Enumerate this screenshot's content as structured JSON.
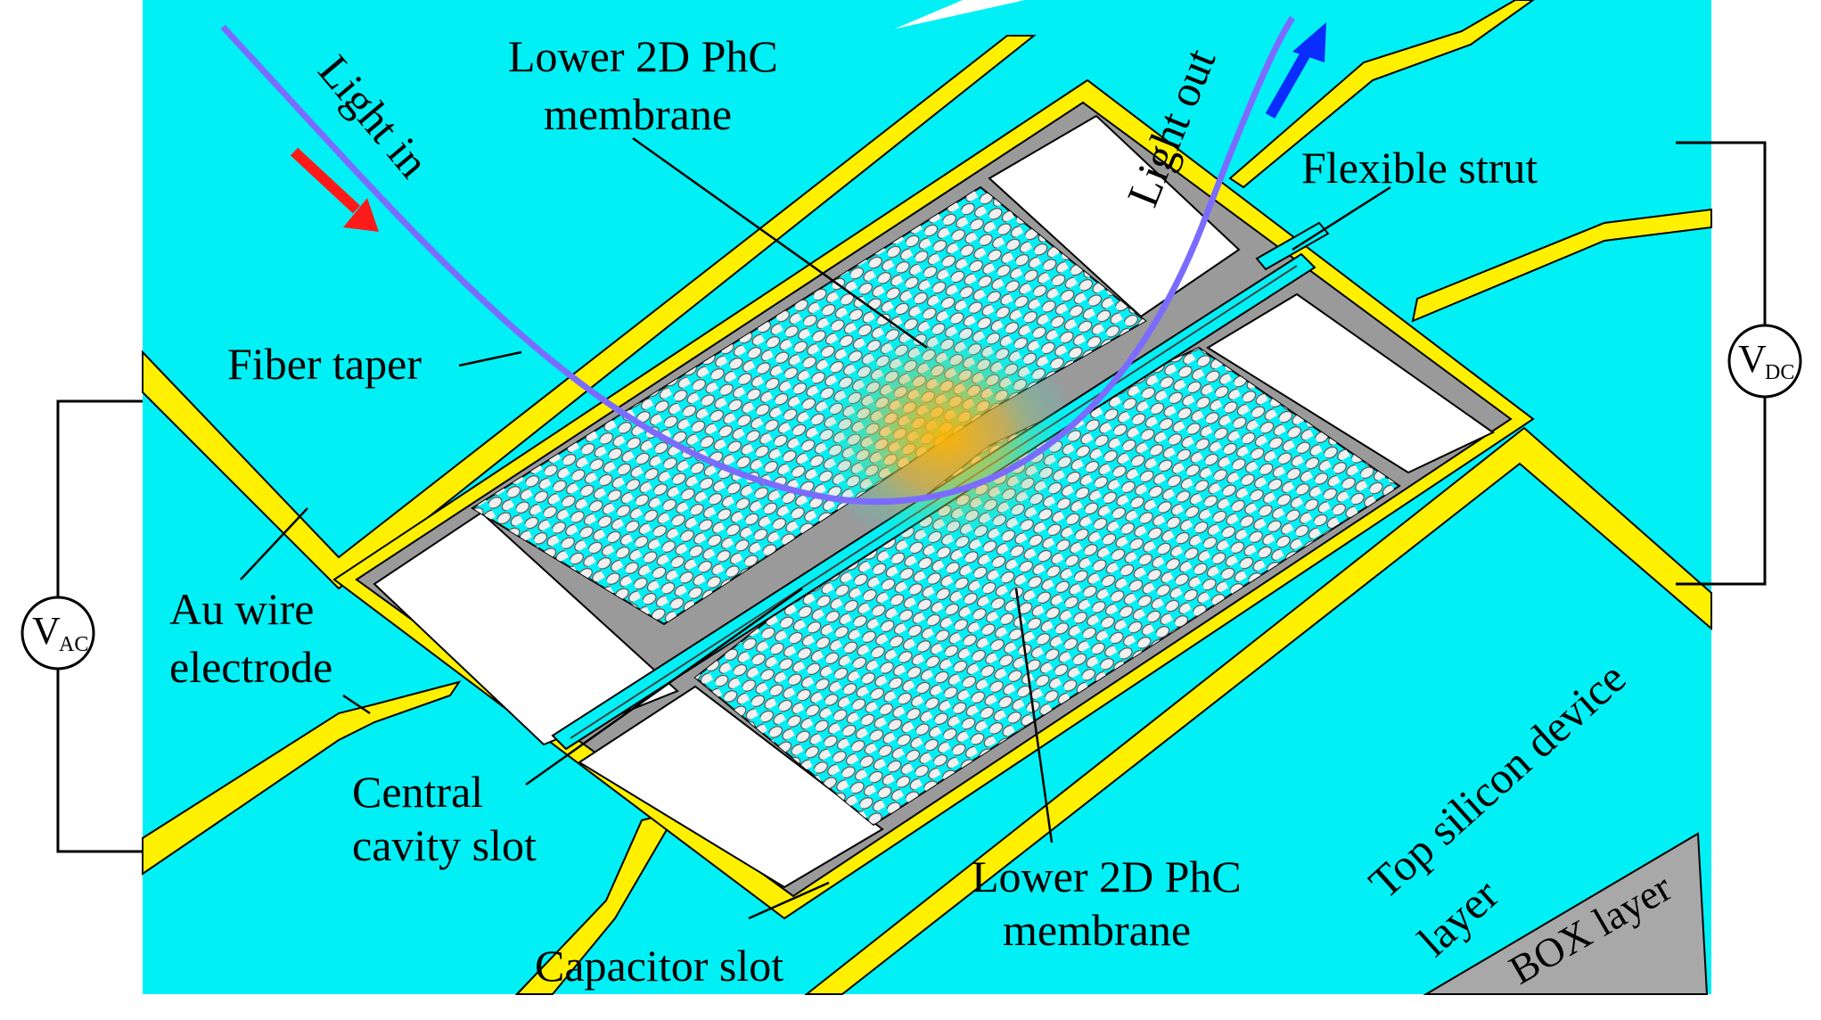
{
  "labels": {
    "light_in": "Light in",
    "light_out": "Light out",
    "lower_phc_top_line1": "Lower 2D PhC",
    "lower_phc_top_line2": "membrane",
    "flexible_strut": "Flexible strut",
    "fiber_taper": "Fiber taper",
    "au_wire_line1": "Au wire",
    "au_wire_line2": "electrode",
    "central_cavity_line1": "Central",
    "central_cavity_line2": "cavity slot",
    "lower_phc_bottom_line1": "Lower 2D PhC",
    "lower_phc_bottom_line2": "membrane",
    "capacitor_slot": "Capacitor slot",
    "top_silicon_line1": "Top silicon device",
    "top_silicon_line2": "layer",
    "box_layer": "BOX layer"
  },
  "sources": {
    "ac": {
      "main": "V",
      "sub": "AC"
    },
    "dc": {
      "main": "V",
      "sub": "DC"
    }
  },
  "colors": {
    "silicon": "#00f0f5",
    "gold": "#fff000",
    "box_gray": "#a8a8a8",
    "wall_gray": "#9a9a9a",
    "hole": "#f0f0f0",
    "fiber": "#7b6cff",
    "arrow_in": "#ff1a1a",
    "arrow_out": "#0a2cff",
    "mode_glow": "#ffb400",
    "outline": "#000000"
  }
}
